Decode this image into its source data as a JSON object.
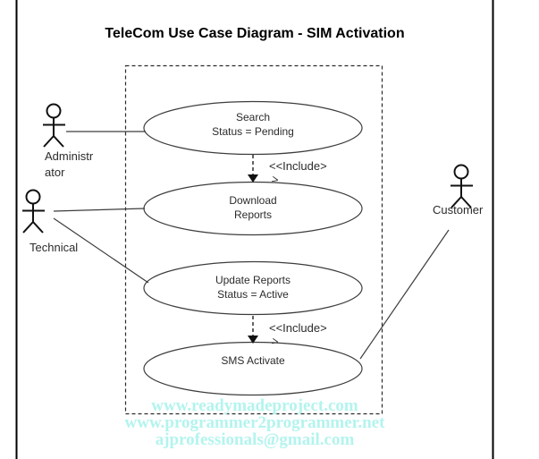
{
  "diagram": {
    "title": "TeleCom Use Case Diagram - SIM Activation",
    "actors": [
      {
        "name": "Administrator",
        "label_lines": [
          "Administr",
          "ator"
        ]
      },
      {
        "name": "Technical",
        "label_lines": [
          "Technical"
        ]
      },
      {
        "name": "Customer",
        "label_lines": [
          "Customer"
        ]
      }
    ],
    "use_cases": [
      {
        "name": "search",
        "lines": [
          "Search",
          "Status = Pending"
        ]
      },
      {
        "name": "download",
        "lines": [
          "Download",
          "Reports"
        ]
      },
      {
        "name": "update",
        "lines": [
          "Update Reports",
          "Status = Active"
        ]
      },
      {
        "name": "sms",
        "lines": [
          "SMS Activate"
        ]
      }
    ],
    "include_labels": [
      {
        "line1": "<<Include>",
        "line2": ">"
      },
      {
        "line1": "<<Include>",
        "line2": ">"
      }
    ],
    "watermark": {
      "lines": [
        "www.readymadeproject.com",
        "www.programmer2programmer.net",
        "ajprofessionals@gmail.com"
      ],
      "color": "#b3f4ee"
    },
    "colors": {
      "shape_stroke": "#3d3d3d",
      "page_border": "#000000",
      "text": "#1a1a1a"
    }
  }
}
